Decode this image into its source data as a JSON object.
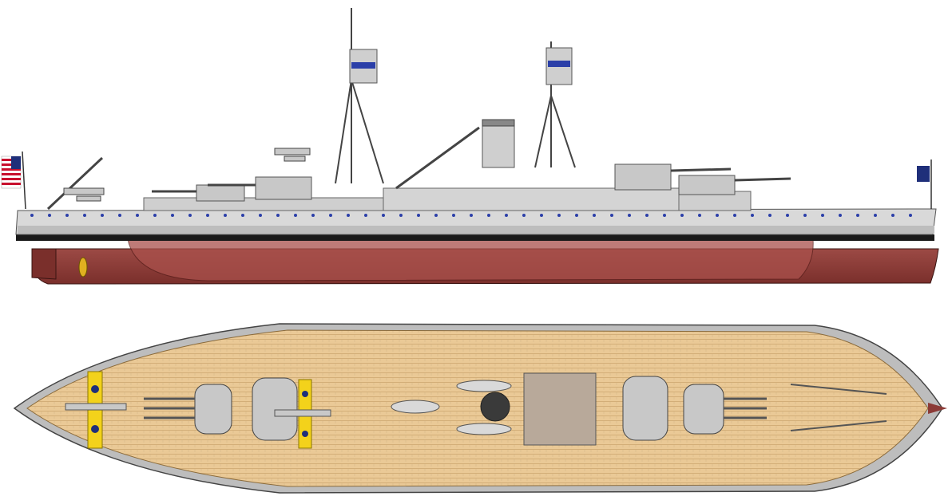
{
  "image": {
    "subject": "",
    "views": [
      {
        "id": "profile",
        "kind": "side-profile"
      },
      {
        "id": "plan",
        "kind": "top-down-plan"
      }
    ]
  },
  "colors": {
    "background": "#ffffff",
    "hull_gray": "#d9d9d9",
    "hull_dark": "#a8a8a8",
    "boot_topping": "#1a1a1a",
    "bottom_red": "#8b3a36",
    "bottom_red_light": "#a9504b",
    "deck_wood": "#eac996",
    "deck_plank": "#d3ae78",
    "turret_gray": "#c8c8c8",
    "porthole_blue": "#2b3fa8",
    "aircraft_yellow": "#f3d21b",
    "flag_red": "#c8102e",
    "flag_blue": "#1f2f7a"
  },
  "icons": [
    "us-flag-icon",
    "seaplane-icon",
    "propeller-icon",
    "crane-icon",
    "turret-icon",
    "funnel-icon",
    "mast-icon"
  ]
}
